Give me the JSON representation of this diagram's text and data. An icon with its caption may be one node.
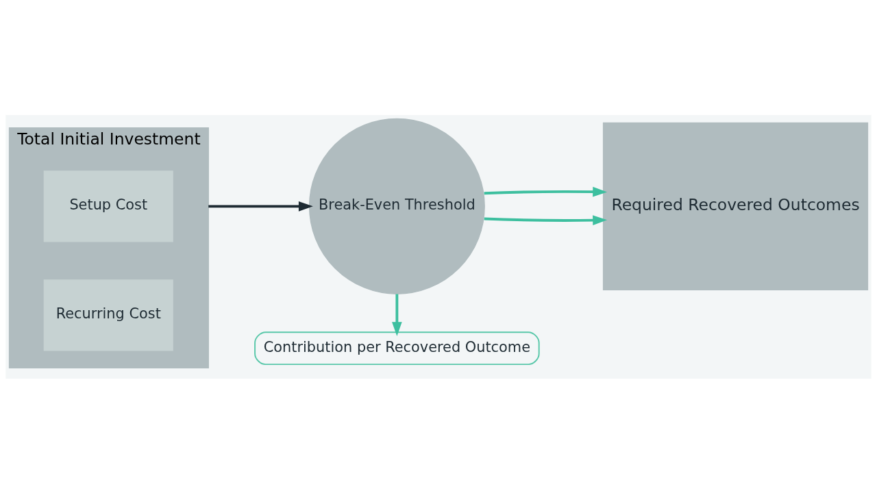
{
  "diagram": {
    "nodes": [
      {
        "text": [
          "Total Initial Investment"
        ]
      },
      {
        "text": [
          "Setup Cost"
        ],
        "in": 0
      },
      {
        "text": [
          "Recurring Cost"
        ],
        "in": 0
      },
      {
        "text": [
          "Break-Even Threshold"
        ]
      },
      {
        "text": [
          "Contribution per Recovered Outcome"
        ]
      },
      {
        "text": [
          "Required Recovered Outcomes"
        ]
      }
    ],
    "edges": [
      {
        "from": 0,
        "to": 3,
        "arrow": "to",
        "color": "#1e2b33"
      },
      {
        "from": 3,
        "to": 4,
        "arrow": "to"
      },
      {
        "from": 3,
        "to": 5,
        "arrow": "to"
      },
      {
        "from": 3,
        "to": 5,
        "arrow": "to"
      }
    ]
  }
}
